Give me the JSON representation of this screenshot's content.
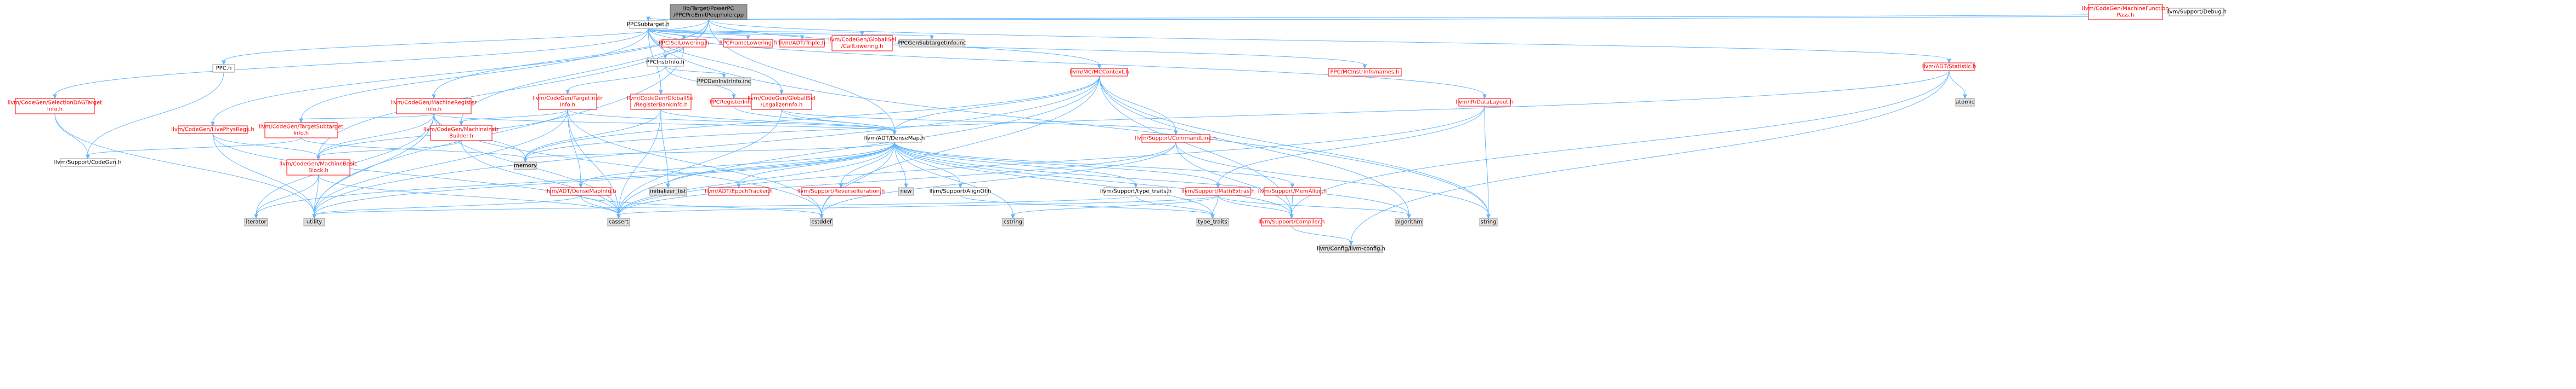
{
  "graph": {
    "type": "include-dependency-graph",
    "colors": {
      "root_fill": "#999999",
      "root_border": "#666666",
      "linked_border": "#ff0000",
      "linked_text": "#ff0000",
      "plain_border": "#999999",
      "plain_fill": "#e0e0e0",
      "edge": "#63b8ff",
      "node_fill": "#ffffff",
      "text": "#000000"
    },
    "nodes": [
      {
        "id": "root",
        "lines": [
          "lib/Target/PowerPC",
          "/PPCPreEmitPeephole.cpp"
        ],
        "style": "root"
      },
      {
        "id": "ppc_h",
        "lines": [
          "PPC.h"
        ],
        "style": "normal"
      },
      {
        "id": "ppcsubtarget",
        "lines": [
          "PPCSubtarget.h"
        ],
        "style": "normal"
      },
      {
        "id": "mfpass",
        "lines": [
          "llvm/CodeGen/MachineFunction",
          "Pass.h"
        ],
        "style": "linked"
      },
      {
        "id": "debug_h",
        "lines": [
          "llvm/Support/Debug.h"
        ],
        "style": "normal"
      },
      {
        "id": "statistic",
        "lines": [
          "llvm/ADT/Statistic.h"
        ],
        "style": "linked"
      },
      {
        "id": "mcinstrinfo_nm",
        "lines": [
          "PPC/MCInstrInfo/names.h"
        ],
        "style": "linked"
      },
      {
        "id": "mccontext",
        "lines": [
          "llvm/MC/MCContext.h"
        ],
        "style": "linked"
      },
      {
        "id": "datalayout",
        "lines": [
          "llvm/IR/DataLayout.h"
        ],
        "style": "linked"
      },
      {
        "id": "ppcisel",
        "lines": [
          "PPCISelLowering.h"
        ],
        "style": "linked"
      },
      {
        "id": "ppcframe",
        "lines": [
          "PPCFrameLowering.h"
        ],
        "style": "linked"
      },
      {
        "id": "triple",
        "lines": [
          "llvm/ADT/Triple.h"
        ],
        "style": "linked"
      },
      {
        "id": "calllowering",
        "lines": [
          "llvm/CodeGen/GlobalISel",
          "/CallLowering.h"
        ],
        "style": "linked"
      },
      {
        "id": "gensubtarget",
        "lines": [
          "PPCGenSubtargetInfo.inc"
        ],
        "style": "plain"
      },
      {
        "id": "selectiondag",
        "lines": [
          "llvm/CodeGen/SelectionDAGTarget",
          "Info.h"
        ],
        "style": "linked"
      },
      {
        "id": "mri",
        "lines": [
          "llvm/CodeGen/MachineRegister",
          "Info.h"
        ],
        "style": "linked"
      },
      {
        "id": "liveregs",
        "lines": [
          "llvm/CodeGen/LivePhysRegs.h"
        ],
        "style": "linked"
      },
      {
        "id": "ppcinstrinfo",
        "lines": [
          "PPCInstrInfo.h"
        ],
        "style": "normal"
      },
      {
        "id": "geninstr",
        "lines": [
          "PPCGenInstrInfo.inc"
        ],
        "style": "plain"
      },
      {
        "id": "targetinstr",
        "lines": [
          "llvm/CodeGen/TargetInstr",
          "Info.h"
        ],
        "style": "linked"
      },
      {
        "id": "regbank",
        "lines": [
          "llvm/CodeGen/GlobalISel",
          "/RegisterBankInfo.h"
        ],
        "style": "linked"
      },
      {
        "id": "ppcreginfo",
        "lines": [
          "PPCRegisterInfo.h"
        ],
        "style": "linked"
      },
      {
        "id": "legalizer",
        "lines": [
          "llvm/CodeGen/GlobalISel",
          "/LegalizerInfo.h"
        ],
        "style": "linked"
      },
      {
        "id": "targetsubtarget",
        "lines": [
          "llvm/CodeGen/TargetSubtarget",
          "Info.h"
        ],
        "style": "linked"
      },
      {
        "id": "mibuilder",
        "lines": [
          "llvm/CodeGen/MachineInstr",
          "Builder.h"
        ],
        "style": "linked"
      },
      {
        "id": "densemap",
        "lines": [
          "llvm/ADT/DenseMap.h"
        ],
        "style": "normal"
      },
      {
        "id": "cmdline",
        "lines": [
          "llvm/Support/CommandLine.h"
        ],
        "style": "linked"
      },
      {
        "id": "codegen",
        "lines": [
          "llvm/Support/CodeGen.h"
        ],
        "style": "normal"
      },
      {
        "id": "mbb",
        "lines": [
          "llvm/CodeGen/MachineBasic",
          "Block.h"
        ],
        "style": "linked"
      },
      {
        "id": "memory",
        "lines": [
          "memory"
        ],
        "style": "plain"
      },
      {
        "id": "densemapinfo",
        "lines": [
          "llvm/ADT/DenseMapInfo.h"
        ],
        "style": "linked"
      },
      {
        "id": "initlist",
        "lines": [
          "initializer_list"
        ],
        "style": "plain"
      },
      {
        "id": "epoch",
        "lines": [
          "llvm/ADT/EpochTracker.h"
        ],
        "style": "linked"
      },
      {
        "id": "reverseiter",
        "lines": [
          "llvm/Support/ReverseIteration.h"
        ],
        "style": "linked"
      },
      {
        "id": "new",
        "lines": [
          "new"
        ],
        "style": "plain"
      },
      {
        "id": "alignof",
        "lines": [
          "llvm/Support/AlignOf.h"
        ],
        "style": "normal"
      },
      {
        "id": "typetraits_h",
        "lines": [
          "llvm/Support/type_traits.h"
        ],
        "style": "normal"
      },
      {
        "id": "mathextras",
        "lines": [
          "llvm/Support/MathExtras.h"
        ],
        "style": "linked"
      },
      {
        "id": "memalloc",
        "lines": [
          "llvm/Support/MemAlloc.h"
        ],
        "style": "linked"
      },
      {
        "id": "iterator",
        "lines": [
          "iterator"
        ],
        "style": "plain"
      },
      {
        "id": "utility",
        "lines": [
          "utility"
        ],
        "style": "plain"
      },
      {
        "id": "cassert",
        "lines": [
          "cassert"
        ],
        "style": "plain"
      },
      {
        "id": "cstddef",
        "lines": [
          "cstddef"
        ],
        "style": "plain"
      },
      {
        "id": "cstring",
        "lines": [
          "cstring"
        ],
        "style": "plain"
      },
      {
        "id": "type_traits",
        "lines": [
          "type_traits"
        ],
        "style": "plain"
      },
      {
        "id": "compiler",
        "lines": [
          "llvm/Support/Compiler.h"
        ],
        "style": "linked"
      },
      {
        "id": "algorithm",
        "lines": [
          "algorithm"
        ],
        "style": "plain"
      },
      {
        "id": "string",
        "lines": [
          "string"
        ],
        "style": "plain"
      },
      {
        "id": "atomic",
        "lines": [
          "atomic"
        ],
        "style": "plain"
      },
      {
        "id": "config",
        "lines": [
          "llvm/Config/llvm-config.h"
        ],
        "style": "plain"
      }
    ],
    "edges": [
      [
        "root",
        "ppc_h"
      ],
      [
        "root",
        "ppcsubtarget"
      ],
      [
        "root",
        "mfpass"
      ],
      [
        "root",
        "debug_h"
      ],
      [
        "root",
        "statistic"
      ],
      [
        "root",
        "mccontext"
      ],
      [
        "root",
        "mri"
      ],
      [
        "root",
        "liveregs"
      ],
      [
        "root",
        "mbb"
      ],
      [
        "root",
        "mibuilder"
      ],
      [
        "root",
        "densemap"
      ],
      [
        "ppc_h",
        "codegen"
      ],
      [
        "ppcsubtarget",
        "mcinstrinfo_nm"
      ],
      [
        "ppcsubtarget",
        "ppcisel"
      ],
      [
        "ppcsubtarget",
        "ppcframe"
      ],
      [
        "ppcsubtarget",
        "triple"
      ],
      [
        "ppcsubtarget",
        "calllowering"
      ],
      [
        "ppcsubtarget",
        "gensubtarget"
      ],
      [
        "ppcsubtarget",
        "selectiondag"
      ],
      [
        "ppcsubtarget",
        "regbank"
      ],
      [
        "ppcsubtarget",
        "legalizer"
      ],
      [
        "ppcsubtarget",
        "datalayout"
      ],
      [
        "ppcsubtarget",
        "targetsubtarget"
      ],
      [
        "ppcsubtarget",
        "ppcinstrinfo"
      ],
      [
        "ppcsubtarget",
        "string"
      ],
      [
        "ppcisel",
        "ppcinstrinfo"
      ],
      [
        "ppcisel",
        "utility"
      ],
      [
        "ppcinstrinfo",
        "geninstr"
      ],
      [
        "ppcinstrinfo",
        "ppcreginfo"
      ],
      [
        "ppcinstrinfo",
        "targetinstr"
      ],
      [
        "targetinstr",
        "mibuilder"
      ],
      [
        "targetinstr",
        "densemap"
      ],
      [
        "targetinstr",
        "mbb"
      ],
      [
        "targetinstr",
        "densemapinfo"
      ],
      [
        "targetinstr",
        "cstddef"
      ],
      [
        "targetinstr",
        "cassert"
      ],
      [
        "targetinstr",
        "utility"
      ],
      [
        "ppcreginfo",
        "densemap"
      ],
      [
        "regbank",
        "densemap"
      ],
      [
        "regbank",
        "initlist"
      ],
      [
        "regbank",
        "memory"
      ],
      [
        "regbank",
        "cassert"
      ],
      [
        "legalizer",
        "densemap"
      ],
      [
        "legalizer",
        "cmdline"
      ],
      [
        "legalizer",
        "cassert"
      ],
      [
        "mri",
        "densemap"
      ],
      [
        "mri",
        "targetsubtarget"
      ],
      [
        "mri",
        "mbb"
      ],
      [
        "mri",
        "memory"
      ],
      [
        "mri",
        "iterator"
      ],
      [
        "mri",
        "utility"
      ],
      [
        "mri",
        "cassert"
      ],
      [
        "mri",
        "cstddef"
      ],
      [
        "liveregs",
        "mbb"
      ],
      [
        "liveregs",
        "cassert"
      ],
      [
        "liveregs",
        "utility"
      ],
      [
        "mibuilder",
        "mbb"
      ],
      [
        "mibuilder",
        "cassert"
      ],
      [
        "mibuilder",
        "cstdint"
      ],
      [
        "selectiondag",
        "codegen"
      ],
      [
        "selectiondag",
        "utility"
      ],
      [
        "targetsubtarget",
        "codegen"
      ],
      [
        "targetsubtarget",
        "memory"
      ],
      [
        "mccontext",
        "densemap"
      ],
      [
        "mccontext",
        "cmdline"
      ],
      [
        "mccontext",
        "compiler"
      ],
      [
        "mccontext",
        "algorithm"
      ],
      [
        "mccontext",
        "cassert"
      ],
      [
        "mccontext",
        "cstddef"
      ],
      [
        "mccontext",
        "string"
      ],
      [
        "mccontext",
        "memory"
      ],
      [
        "mccontext",
        "utility"
      ],
      [
        "datalayout",
        "mathextras"
      ],
      [
        "datalayout",
        "string"
      ],
      [
        "datalayout",
        "cassert"
      ],
      [
        "statistic",
        "compiler"
      ],
      [
        "statistic",
        "config"
      ],
      [
        "statistic",
        "atomic"
      ],
      [
        "statistic",
        "memory"
      ],
      [
        "densemap",
        "densemapinfo"
      ],
      [
        "densemap",
        "initlist"
      ],
      [
        "densemap",
        "epoch"
      ],
      [
        "densemap",
        "reverseiter"
      ],
      [
        "densemap",
        "new"
      ],
      [
        "densemap",
        "alignof"
      ],
      [
        "densemap",
        "typetraits_h"
      ],
      [
        "densemap",
        "mathextras"
      ],
      [
        "densemap",
        "memalloc"
      ],
      [
        "densemap",
        "compiler"
      ],
      [
        "densemap",
        "algorithm"
      ],
      [
        "densemap",
        "cassert"
      ],
      [
        "densemap",
        "cstddef"
      ],
      [
        "densemap",
        "cstring"
      ],
      [
        "densemap",
        "iterator"
      ],
      [
        "densemap",
        "type_traits"
      ],
      [
        "densemap",
        "utility"
      ],
      [
        "densemap",
        "memory"
      ],
      [
        "cmdline",
        "compiler"
      ],
      [
        "cmdline",
        "cassert"
      ],
      [
        "cmdline",
        "cstddef"
      ],
      [
        "cmdline",
        "string"
      ],
      [
        "densemapinfo",
        "cassert"
      ],
      [
        "densemapinfo",
        "cstddef"
      ],
      [
        "densemapinfo",
        "utility"
      ],
      [
        "alignof",
        "type_traits"
      ],
      [
        "typetraits_h",
        "type_traits"
      ],
      [
        "typetraits_h",
        "utility"
      ],
      [
        "mathextras",
        "compiler"
      ],
      [
        "mathextras",
        "cassert"
      ],
      [
        "mathextras",
        "algorithm"
      ],
      [
        "mathextras",
        "cstring"
      ],
      [
        "mathextras",
        "type_traits"
      ],
      [
        "memalloc",
        "compiler"
      ],
      [
        "compiler",
        "config"
      ],
      [
        "mbb",
        "iterator"
      ],
      [
        "mbb",
        "utility"
      ],
      [
        "mbb",
        "cassert"
      ]
    ]
  }
}
